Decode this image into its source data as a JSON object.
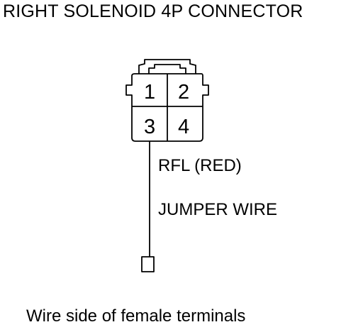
{
  "title": "RIGHT SOLENOID 4P CONNECTOR",
  "connector": {
    "terminals": [
      "1",
      "2",
      "3",
      "4"
    ]
  },
  "wire": {
    "label": "RFL (RED)"
  },
  "jumper": {
    "label": "JUMPER WIRE"
  },
  "caption": "Wire side of female terminals"
}
